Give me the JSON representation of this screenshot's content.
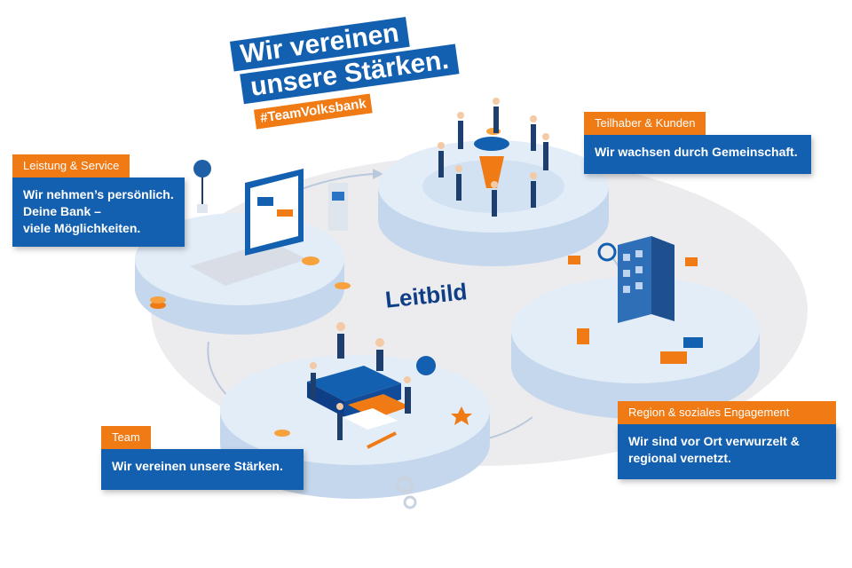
{
  "headline": {
    "line1": "Wir vereinen",
    "line2": "unsere Stärken.",
    "hashtag": "#TeamVolksbank"
  },
  "center_label": "Leitbild",
  "callouts": {
    "leistung": {
      "label": "Leistung & Service",
      "lines": [
        "Wir nehmen’s persönlich.",
        "Deine Bank –",
        "viele Möglichkeiten."
      ]
    },
    "teilhaber": {
      "label": "Teilhaber & Kunden",
      "lines": [
        "Wir wachsen durch Gemeinschaft."
      ]
    },
    "region": {
      "label": "Region & soziales Engagement",
      "lines": [
        "Wir sind vor Ort verwurzelt &",
        "regional vernetzt."
      ]
    },
    "team": {
      "label": "Team",
      "lines": [
        "Wir vereinen unsere Stärken."
      ]
    }
  },
  "colors": {
    "brand_blue": "#1460b0",
    "accent_orange": "#f07a14",
    "navy": "#0e3f86",
    "platform_light": "#dce8f6",
    "platform_mid": "#b9cfe8",
    "ground": "#ececef"
  }
}
